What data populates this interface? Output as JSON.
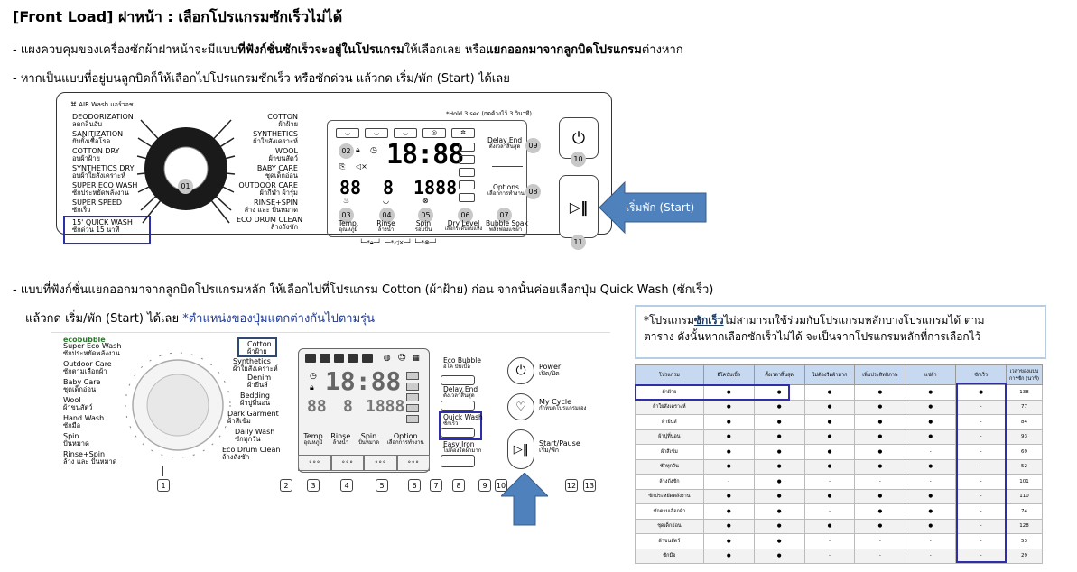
{
  "title": {
    "prefix": "[Front Load] ฝาหน้า : เลือกโปรแกรม",
    "underlined": "ซักเร็ว",
    "suffix": "ไม่ได้"
  },
  "paragraphs": {
    "p1_a": "- แผงควบคุมของเครื่องซักผ้าฝาหน้าจะมีแบบ",
    "p1_b": "ที่ฟังก์ชั่นซักเร็วจะอยู่ในโปรแกรม",
    "p1_c": "ให้เลือกเลย หรือ",
    "p1_d": "แยกออกมาจากลูกบิดโปรแกรม",
    "p1_e": "ต่างหาก",
    "p2": "- หากเป็นแบบที่อยู่บนลูกบิดก็ให้เลือกไปโปรแกรมซักเร็ว หรือซักด่วน แล้วกด เริ่ม/พัก (Start) ได้เลย",
    "p3": "- แบบที่ฟังก์ชั่นแยกออกมาจากลูกบิดโปรแกรมหลัก ให้เลือกไปที่โปรแกรม Cotton (ผ้าฝ้าย) ก่อน จากนั้นค่อยเลือกปุ่ม Quick Wash (ซักเร็ว)",
    "p4_a": "แล้วกด เริ่ม/พัก (Start) ได้เลย ",
    "p4_b": "*ตำแหน่งของปุ่มแตกต่างกันไปตามรุ่น"
  },
  "panel1": {
    "brand": "AIR Wash แอร์วอช",
    "hold_note": "*Hold 3 sec (กดค้างไว้ 3 วินาที)",
    "left_programs": [
      {
        "en": "DEODORIZATION",
        "th": "ลดกลิ่นอับ"
      },
      {
        "en": "SANITIZATION",
        "th": "ยับยั้งเชื้อโรค"
      },
      {
        "en": "COTTON DRY",
        "th": "อบผ้าฝ้าย"
      },
      {
        "en": "SYNTHETICS DRY",
        "th": "อบผ้าใยสังเคราะห์"
      },
      {
        "en": "SUPER ECO WASH",
        "th": "ซักประหยัดพลังงาน"
      },
      {
        "en": "SUPER SPEED",
        "th": "ซักเร็ว"
      },
      {
        "en": "15' QUICK WASH",
        "th": "ซักด่วน 15 นาที"
      }
    ],
    "right_programs": [
      {
        "en": "COTTON",
        "th": "ผ้าฝ้าย"
      },
      {
        "en": "SYNTHETICS",
        "th": "ผ้าใยสังเคราะห์"
      },
      {
        "en": "WOOL",
        "th": "ผ้าขนสัตว์"
      },
      {
        "en": "BABY CARE",
        "th": "ชุดเด็กอ่อน"
      },
      {
        "en": "OUTDOOR CARE",
        "th": "ผ้ากีฬา ผ้ารุ่ม"
      },
      {
        "en": "RINSE+SPIN",
        "th": "ล้าง และ ปั่นหมาด"
      },
      {
        "en": "ECO DRUM CLEAN",
        "th": "ล้างถังซัก"
      }
    ],
    "dial_num": "01",
    "display_time": "18:88",
    "display_small": "88",
    "display_mid": "8",
    "display_right": "1888",
    "nums": [
      "02",
      "03",
      "04",
      "05",
      "06",
      "07",
      "08",
      "09",
      "10",
      "11"
    ],
    "delay_end": {
      "en": "Delay End",
      "th": "ตั้งเวลาสิ้นสุด"
    },
    "options": {
      "en": "Options",
      "th": "เลือกการทำงาน"
    },
    "buttons": [
      {
        "en": "Temp.",
        "th": "อุณหภูมิ"
      },
      {
        "en": "Rinse",
        "th": "ล้างน้ำ"
      },
      {
        "en": "Spin",
        "th": "รอบปั่น"
      },
      {
        "en": "Dry Level",
        "th": "เลือกระดับอบแห้ง"
      },
      {
        "en": "Bubble Soak",
        "th": "พลังฟองแช่ผ้า"
      }
    ],
    "start_label": "เริ่มพัก (Start)"
  },
  "panel2": {
    "brand": "ecobubble",
    "left_programs": [
      {
        "en": "Super Eco Wash",
        "th": "ซักประหยัดพลังงาน"
      },
      {
        "en": "Outdoor Care",
        "th": "ซักตามเลือกผ้า"
      },
      {
        "en": "Baby Care",
        "th": "ชุดเด็กอ่อน"
      },
      {
        "en": "Wool",
        "th": "ผ้าขนสัตว์"
      },
      {
        "en": "Hand Wash",
        "th": "ซักมือ"
      },
      {
        "en": "Spin",
        "th": "ปั่นหมาด"
      },
      {
        "en": "Rinse+Spin",
        "th": "ล้าง และ ปั่นหมาด"
      }
    ],
    "right_programs": [
      {
        "en": "Cotton",
        "th": "ผ้าฝ้าย"
      },
      {
        "en": "Synthetics",
        "th": "ผ้าใยสังเคราะห์"
      },
      {
        "en": "Denim",
        "th": "ผ้ายีนส์"
      },
      {
        "en": "Bedding",
        "th": "ผ้าปูที่นอน"
      },
      {
        "en": "Dark Garment",
        "th": "ผ้าสีเข้ม"
      },
      {
        "en": "Daily Wash",
        "th": "ซักทุกวัน"
      },
      {
        "en": "Eco Drum Clean",
        "th": "ล้างถังซัก"
      }
    ],
    "display_time": "18:88",
    "display_small": "88",
    "display_mid": "8",
    "display_right": "1888",
    "bottom_buttons": [
      {
        "en": "Temp",
        "th": "อุณหภูมิ"
      },
      {
        "en": "Rinse",
        "th": "ล้างน้ำ"
      },
      {
        "en": "Spin",
        "th": "ปั่นหมาด"
      },
      {
        "en": "Option",
        "th": "เลือกการทำงาน"
      }
    ],
    "side_buttons": [
      {
        "en": "Eco Bubble",
        "th": "อีโค บับเบิ้ล"
      },
      {
        "en": "Delay End",
        "th": "ตั้งเวลาสิ้นสุด"
      },
      {
        "en": "Quick Wash",
        "th": "ซักเร็ว"
      },
      {
        "en": "Easy Iron",
        "th": "ไม่ต้องรีดผ้ามาก"
      }
    ],
    "power": {
      "en": "Power",
      "th": "เปิด/ปิด"
    },
    "mycycle": {
      "en": "My Cycle",
      "th": "กำหนดโปรแกรมเอง"
    },
    "startpause": {
      "en": "Start/Pause",
      "th": "เริ่ม/พัก"
    },
    "nums": [
      "1",
      "2",
      "3",
      "4",
      "5",
      "6",
      "7",
      "8",
      "9",
      "10",
      "11",
      "12",
      "13"
    ]
  },
  "note": {
    "a": "*โปรแกรม",
    "b": "ซักเร็ว",
    "c": "ไม่สามารถใช้ร่วมกับโปรแกรมหลักบางโปรแกรมได้ ตาม",
    "d": "ตาราง ดังนั้นหากเลือกซักเร็วไม่ได้ จะเป็นจากโปรแกรมหลักที่การเลือกไว้"
  },
  "table": {
    "headers": [
      "โปรแกรม",
      "อีโคบับเบิ้ล",
      "ตั้งเวลาสิ้นสุด",
      "ไม่ต้องรีดผ้ามาก",
      "เพิ่มประสิทธิภาพ",
      "แช่ผ้า",
      "ซักเร็ว",
      "เวลาของแบบการซัก (นาที)"
    ],
    "rows": [
      {
        "name": "ผ้าฝ้าย",
        "c": [
          "●",
          "●",
          "●",
          "●",
          "●",
          "●"
        ],
        "t": "138"
      },
      {
        "name": "ผ้าใยสังเคราะห์",
        "c": [
          "●",
          "●",
          "●",
          "●",
          "●",
          "-"
        ],
        "t": "77"
      },
      {
        "name": "ผ้ายีนส์",
        "c": [
          "●",
          "●",
          "●",
          "●",
          "●",
          "-"
        ],
        "t": "84"
      },
      {
        "name": "ผ้าปูที่นอน",
        "c": [
          "●",
          "●",
          "●",
          "●",
          "●",
          "-"
        ],
        "t": "93"
      },
      {
        "name": "ผ้าสีเข้ม",
        "c": [
          "●",
          "●",
          "●",
          "●",
          "-",
          "-"
        ],
        "t": "69"
      },
      {
        "name": "ซักทุกวัน",
        "c": [
          "●",
          "●",
          "●",
          "●",
          "●",
          "-"
        ],
        "t": "52"
      },
      {
        "name": "ล้างถังซัก",
        "c": [
          "-",
          "●",
          "-",
          "-",
          "-",
          "-"
        ],
        "t": "101"
      },
      {
        "name": "ซักประหยัดพลังงาน",
        "c": [
          "●",
          "●",
          "●",
          "●",
          "●",
          "-"
        ],
        "t": "110"
      },
      {
        "name": "ซักตามเลือกผ้า",
        "c": [
          "●",
          "●",
          "-",
          "●",
          "●",
          "-"
        ],
        "t": "74"
      },
      {
        "name": "ชุดเด็กอ่อน",
        "c": [
          "●",
          "●",
          "●",
          "●",
          "●",
          "-"
        ],
        "t": "128"
      },
      {
        "name": "ผ้าขนสัตว์",
        "c": [
          "●",
          "●",
          "-",
          "-",
          "-",
          "-"
        ],
        "t": "53"
      },
      {
        "name": "ซักมือ",
        "c": [
          "●",
          "●",
          "-",
          "-",
          "-",
          "-"
        ],
        "t": "29"
      }
    ]
  }
}
